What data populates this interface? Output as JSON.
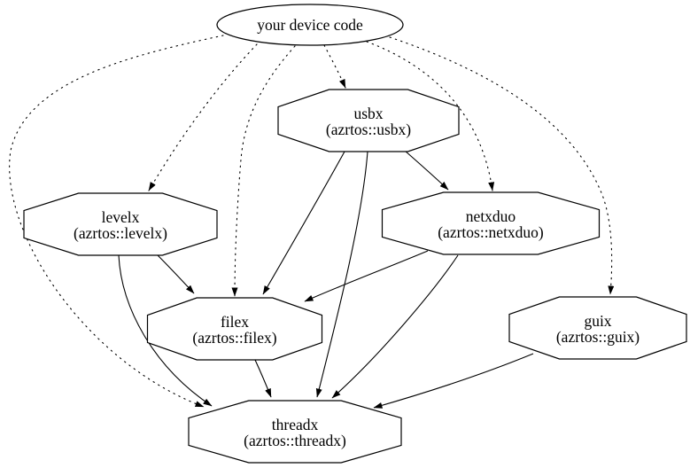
{
  "graph": {
    "background_color": "#ffffff",
    "stroke_color": "#000000",
    "node_fill_color": "#ffffff",
    "nodes": [
      {
        "id": "device",
        "shape": "ellipse",
        "lines": [
          "your device code"
        ]
      },
      {
        "id": "usbx",
        "shape": "octagon",
        "lines": [
          "usbx",
          "(azrtos::usbx)"
        ]
      },
      {
        "id": "levelx",
        "shape": "octagon",
        "lines": [
          "levelx",
          "(azrtos::levelx)"
        ]
      },
      {
        "id": "netxduo",
        "shape": "octagon",
        "lines": [
          "netxduo",
          "(azrtos::netxduo)"
        ]
      },
      {
        "id": "filex",
        "shape": "octagon",
        "lines": [
          "filex",
          "(azrtos::filex)"
        ]
      },
      {
        "id": "guix",
        "shape": "octagon",
        "lines": [
          "guix",
          "(azrtos::guix)"
        ]
      },
      {
        "id": "threadx",
        "shape": "octagon",
        "lines": [
          "threadx",
          "(azrtos::threadx)"
        ]
      }
    ],
    "edges": [
      {
        "from": "device",
        "to": "usbx",
        "style": "dotted"
      },
      {
        "from": "device",
        "to": "levelx",
        "style": "dotted"
      },
      {
        "from": "device",
        "to": "netxduo",
        "style": "dotted"
      },
      {
        "from": "device",
        "to": "filex",
        "style": "dotted"
      },
      {
        "from": "device",
        "to": "guix",
        "style": "dotted"
      },
      {
        "from": "device",
        "to": "threadx",
        "style": "dotted"
      },
      {
        "from": "usbx",
        "to": "netxduo",
        "style": "solid"
      },
      {
        "from": "usbx",
        "to": "filex",
        "style": "solid"
      },
      {
        "from": "usbx",
        "to": "threadx",
        "style": "solid"
      },
      {
        "from": "levelx",
        "to": "filex",
        "style": "solid"
      },
      {
        "from": "levelx",
        "to": "threadx",
        "style": "solid"
      },
      {
        "from": "netxduo",
        "to": "filex",
        "style": "solid"
      },
      {
        "from": "netxduo",
        "to": "threadx",
        "style": "solid"
      },
      {
        "from": "filex",
        "to": "threadx",
        "style": "solid"
      },
      {
        "from": "guix",
        "to": "threadx",
        "style": "solid"
      }
    ]
  }
}
